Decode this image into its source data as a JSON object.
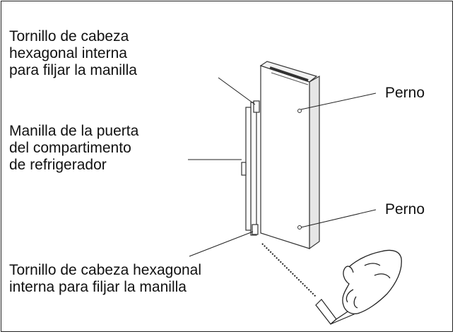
{
  "labels": {
    "screw_top": [
      "Tornillo de cabeza",
      "hexagonal interna",
      "para filjar la manilla"
    ],
    "handle": [
      "Manilla de la puerta",
      "del compartimento",
      "de refrigerador"
    ],
    "screw_bottom": [
      "Tornillo de cabeza hexagonal",
      "interna para filjar la manilla"
    ],
    "pin_top": "Perno",
    "pin_bottom": "Perno"
  },
  "colors": {
    "line": "#222222",
    "outline": "#333333",
    "fill": "#ffffff",
    "shade": "#e6e6e6"
  },
  "icons": {
    "tool": "allen-key-icon",
    "hand": "hand-icon"
  }
}
